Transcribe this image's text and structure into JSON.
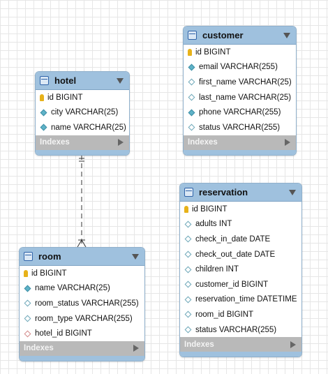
{
  "tables": {
    "hotel": {
      "name": "hotel",
      "columns": [
        {
          "text": "id BIGINT",
          "icon": "primary-key-icon"
        },
        {
          "text": "city VARCHAR(25)",
          "icon": "column-diamond-icon"
        },
        {
          "text": "name VARCHAR(25)",
          "icon": "column-diamond-icon"
        }
      ],
      "indexes_label": "Indexes"
    },
    "customer": {
      "name": "customer",
      "columns": [
        {
          "text": "id BIGINT",
          "icon": "primary-key-icon"
        },
        {
          "text": "email VARCHAR(255)",
          "icon": "column-diamond-icon"
        },
        {
          "text": "first_name VARCHAR(25)",
          "icon": "nullable-column-diamond-icon"
        },
        {
          "text": "last_name VARCHAR(25)",
          "icon": "nullable-column-diamond-icon"
        },
        {
          "text": "phone VARCHAR(255)",
          "icon": "column-diamond-icon"
        },
        {
          "text": "status VARCHAR(255)",
          "icon": "nullable-column-diamond-icon"
        }
      ],
      "indexes_label": "Indexes"
    },
    "room": {
      "name": "room",
      "columns": [
        {
          "text": "id BIGINT",
          "icon": "primary-key-icon"
        },
        {
          "text": "name VARCHAR(25)",
          "icon": "column-diamond-icon"
        },
        {
          "text": "room_status VARCHAR(255)",
          "icon": "nullable-column-diamond-icon"
        },
        {
          "text": "room_type VARCHAR(255)",
          "icon": "nullable-column-diamond-icon"
        },
        {
          "text": "hotel_id BIGINT",
          "icon": "foreign-key-diamond-icon"
        }
      ],
      "indexes_label": "Indexes"
    },
    "reservation": {
      "name": "reservation",
      "columns": [
        {
          "text": "id BIGINT",
          "icon": "primary-key-icon"
        },
        {
          "text": "adults INT",
          "icon": "nullable-column-diamond-icon"
        },
        {
          "text": "check_in_date DATE",
          "icon": "nullable-column-diamond-icon"
        },
        {
          "text": "check_out_date DATE",
          "icon": "nullable-column-diamond-icon"
        },
        {
          "text": "children INT",
          "icon": "nullable-column-diamond-icon"
        },
        {
          "text": "customer_id BIGINT",
          "icon": "nullable-column-diamond-icon"
        },
        {
          "text": "reservation_time DATETIME",
          "icon": "nullable-column-diamond-icon"
        },
        {
          "text": "room_id BIGINT",
          "icon": "nullable-column-diamond-icon"
        },
        {
          "text": "status VARCHAR(255)",
          "icon": "nullable-column-diamond-icon"
        }
      ],
      "indexes_label": "Indexes"
    }
  },
  "relationships": [
    {
      "from": "hotel",
      "to": "room",
      "from_cardinality": "one-and-only-one",
      "to_cardinality": "one-or-many",
      "style": "dashed"
    }
  ],
  "colors": {
    "header": "#9fc1de",
    "indexes_bar": "#b9b9b9",
    "primary_key": "#e7b21a",
    "column_diamond": "#5fb3c8",
    "foreign_key_diamond": "#d48a8a"
  }
}
